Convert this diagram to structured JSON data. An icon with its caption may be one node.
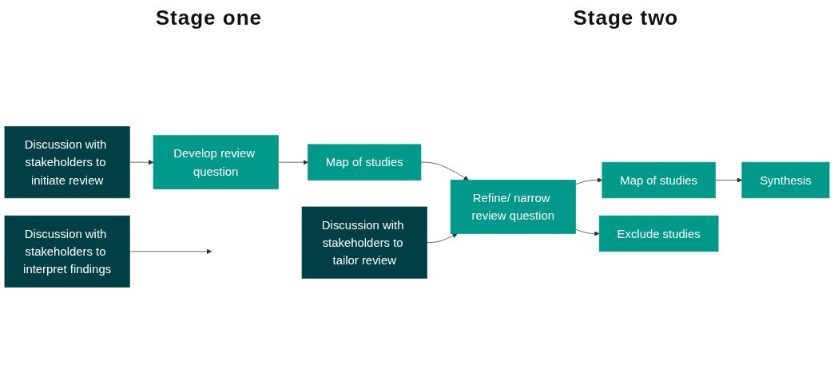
{
  "diagram": {
    "nodes": [
      {
        "text": [
          "Develop review question"
        ]
      },
      {
        "text": [
          "Map of studies"
        ]
      },
      {
        "text": [
          "Refine/ narrow review question"
        ]
      },
      {
        "text": [
          "Map of studies"
        ]
      },
      {
        "text": [
          "Synthesis"
        ]
      },
      {
        "text": [
          "Exclude studies"
        ]
      },
      {
        "text": [
          "Discussion with stakeholders to initiate review"
        ]
      },
      {
        "text": [
          "Discussion with stakeholders to tailor review"
        ]
      },
      {
        "text": [
          "Discussion with stakeholders to interpret findings"
        ]
      }
    ],
    "edges": [
      {
        "from": 0,
        "to": 1,
        "arrow": "to"
      },
      {
        "from": 1,
        "to": 2,
        "arrow": "to"
      },
      {
        "from": 2,
        "to": 3,
        "arrow": "to"
      },
      {
        "from": 2,
        "to": 5,
        "arrow": "to"
      },
      {
        "from": 3,
        "to": 4,
        "arrow": "to"
      },
      {
        "from": 6,
        "to": 0,
        "arrow": "to"
      },
      {
        "from": 7,
        "to": 2,
        "arrow": "to"
      },
      {
        "from": 8,
        "to": null,
        "arrow": "to"
      }
    ],
    "labels": [
      "Stage one",
      "Stage two"
    ]
  }
}
